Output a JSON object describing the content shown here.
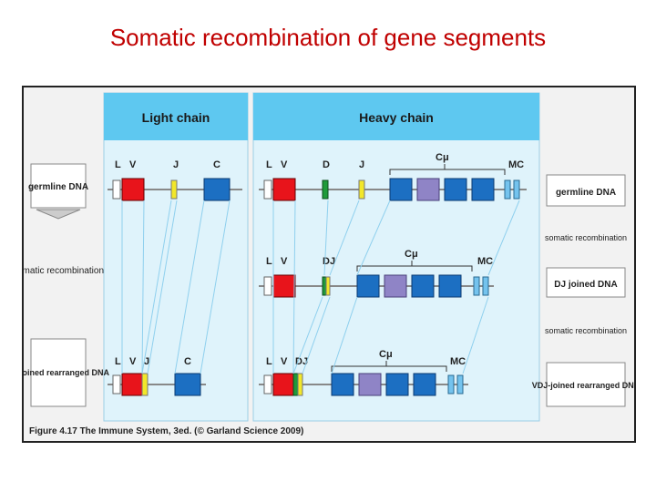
{
  "slide": {
    "title": "Somatic recombination of gene segments"
  },
  "figure": {
    "caption": "Figure 4.17 The Immune System, 3ed. (© Garland Science 2009)",
    "light_chain": {
      "header": "Light chain",
      "side_labels": {
        "germline": "germline DNA",
        "somatic": "somatic recombination",
        "vj_joined": "VJ-joined rearranged DNA"
      },
      "row1": {
        "L": "L",
        "V": "V",
        "J": "J",
        "C": "C"
      },
      "row3": {
        "L": "L",
        "V": "V",
        "J": "J",
        "C": "C"
      }
    },
    "heavy_chain": {
      "header": "Heavy chain",
      "side_labels": {
        "germline": "germline DNA",
        "somatic1": "somatic recombination",
        "dj_joined": "DJ joined DNA",
        "somatic2": "somatic recombination",
        "vdj_joined": "VDJ-joined rearranged DNA"
      },
      "row1": {
        "L": "L",
        "V": "V",
        "D": "D",
        "J": "J",
        "C": "Cμ",
        "MC": "MC"
      },
      "row2": {
        "L": "L",
        "V": "V",
        "DJ": "DJ",
        "C": "Cμ",
        "MC": "MC"
      },
      "row3": {
        "L": "L",
        "V": "V",
        "DJ": "DJ",
        "C": "Cμ",
        "MC": "MC"
      }
    },
    "colors": {
      "header_bg": "#5ec8f0",
      "panel_bg": "#dff3fb",
      "V": "#e8141b",
      "J": "#f2e72a",
      "D": "#1f9a3a",
      "C_exon": "#1c6fc2",
      "C_purple": "#8f84c6",
      "MC": "#74c3ee",
      "L": "#ffffff"
    }
  }
}
